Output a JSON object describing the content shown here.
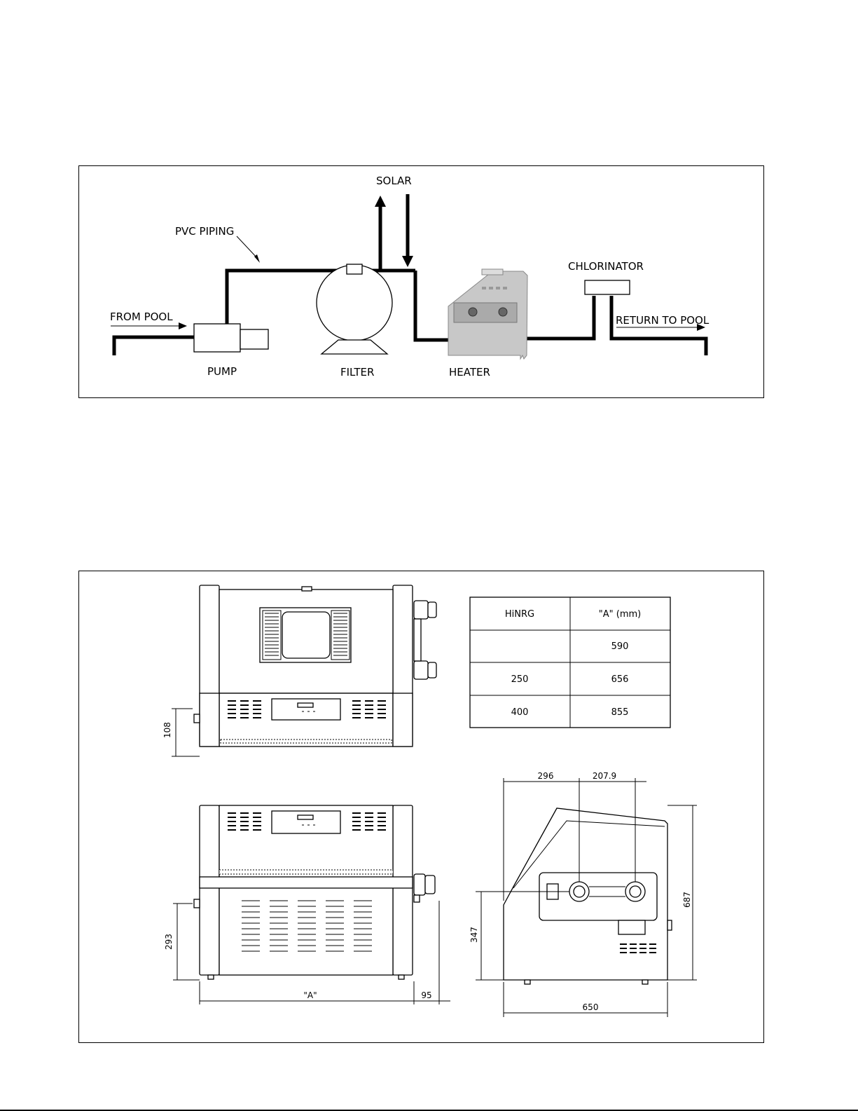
{
  "flow": {
    "labels": {
      "solar": "SOLAR",
      "pvc_piping": "PVC PIPING",
      "from_pool": "FROM POOL",
      "pump": "PUMP",
      "filter": "FILTER",
      "heater": "HEATER",
      "chlorinator": "CHLORINATOR",
      "return_to_pool": "RETURN TO POOL"
    }
  },
  "dimensions": {
    "table": {
      "headers": [
        "HiNRG",
        "\"A\" (mm)"
      ],
      "rows": [
        [
          "",
          "590"
        ],
        [
          "250",
          "656"
        ],
        [
          "400",
          "855"
        ]
      ]
    },
    "labels": {
      "d108": "108",
      "d293": "293",
      "dA": "\"A\"",
      "d95": "95",
      "d296": "296",
      "d207": "207.9",
      "d347": "347",
      "d687": "687",
      "d650": "650"
    }
  }
}
